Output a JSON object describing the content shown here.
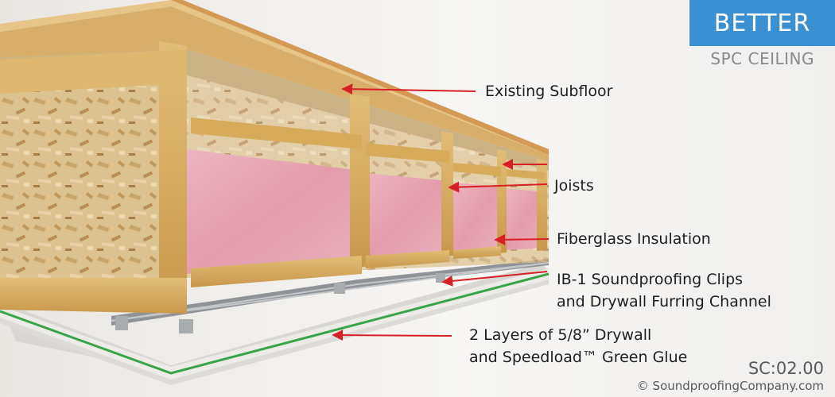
{
  "badge": {
    "title": "BETTER",
    "subtitle": "SPC CEILING"
  },
  "labels": {
    "existing_subfloor": "Existing Subfloor",
    "joists": "Joists",
    "fiberglass_insulation": "Fiberglass Insulation",
    "clips_line1": "IB-1 Soundproofing Clips",
    "clips_line2": "and Drywall Furring Channel",
    "drywall_line1": "2 Layers of 5/8” Drywall",
    "drywall_line2": "and Speedload™ Green Glue"
  },
  "footer": {
    "code": "SC:02.00",
    "copyright": "© SoundproofingCompany.com"
  },
  "colors": {
    "badge": "#3c8fd0",
    "arrow": "#d81f26",
    "insulation": "#e9a7b3",
    "osb": "#d9bf8d",
    "joist": "#d6ad63",
    "drywall": "#ecebe8",
    "green_glue": "#3aa34a"
  }
}
